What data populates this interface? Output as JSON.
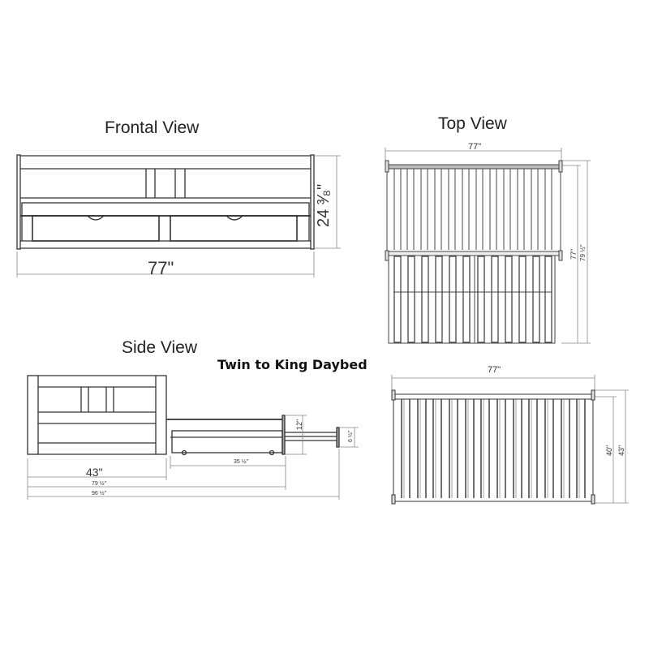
{
  "diagram": {
    "product_title": "Twin to King Daybed",
    "views": {
      "frontal": {
        "title": "Frontal View",
        "width_label": "77\"",
        "height_label": "24 ³⁄₈\""
      },
      "top": {
        "title": "Top View",
        "width_label": "77\"",
        "inner_length_label": "77\"",
        "outer_length_label": "79 ½\""
      },
      "side": {
        "title": "Side View",
        "depth_label": "43\"",
        "trundle_depth_label": "35 ½\"",
        "extended_label": "79 ½\"",
        "fully_extended_label": "96 ½\"",
        "trundle_height_label": "12\"",
        "drawer_height_label": "6 ½\""
      },
      "top_closed": {
        "width_label": "77\"",
        "inner_depth_label": "40\"",
        "outer_depth_label": "43\""
      }
    },
    "colors": {
      "line": "#333333",
      "dim_line": "#888888",
      "text": "#222222"
    }
  }
}
